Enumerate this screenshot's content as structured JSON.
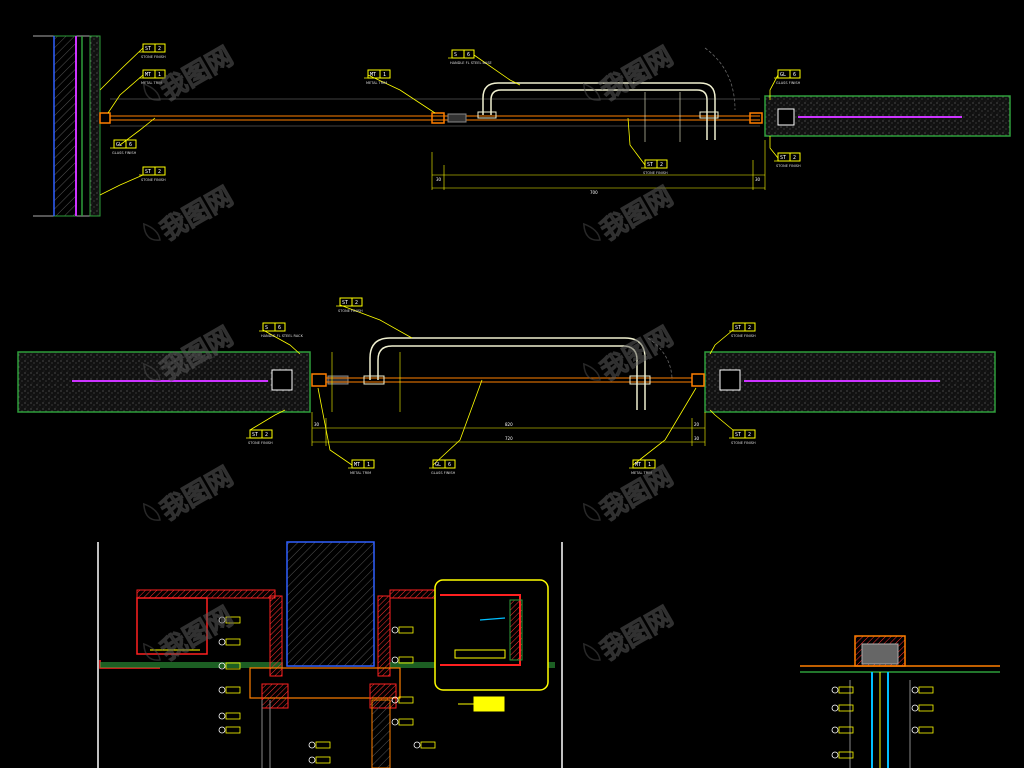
{
  "colors": {
    "background": "#000000",
    "wall_green": "#2e9e3a",
    "glass_line": "#ff7f00",
    "handle": "#f0f0d0",
    "dimension": "#ffff00",
    "purple": "#cc33ff",
    "red": "#ff2020",
    "cyan": "#00bfff",
    "gray": "#888888",
    "tag_box": "#ffff00",
    "tag_text": "#ffffff",
    "watermark": "#4a4a4a"
  },
  "watermark": {
    "text": "我图网",
    "icon": "leaf-logo-icon"
  },
  "drawing1": {
    "tags": [
      {
        "code": "ST",
        "num": "2",
        "note": "STONE FINISH"
      },
      {
        "code": "MT",
        "num": "1",
        "note": "METAL TRIM"
      },
      {
        "code": "GL",
        "num": "6",
        "note": "GLASS FINISH"
      },
      {
        "code": "ST",
        "num": "2",
        "note": "STONE FINISH"
      },
      {
        "code": "MT",
        "num": "1",
        "note": "METAL TRIM"
      },
      {
        "code": "S",
        "num": "6",
        "note": "HANDLE FL STEEL BASE"
      },
      {
        "code": "ST",
        "num": "2",
        "note": "STONE FINISH"
      },
      {
        "code": "GL",
        "num": "6",
        "note": "GLASS FINISH"
      },
      {
        "code": "ST",
        "num": "2",
        "note": "STONE FINISH"
      }
    ],
    "dims": [
      "30",
      "700",
      "30"
    ]
  },
  "drawing2": {
    "tags": [
      {
        "code": "ST",
        "num": "2",
        "note": "STONE FINISH"
      },
      {
        "code": "S",
        "num": "6",
        "note": "HANDLE FL STEEL RACK"
      },
      {
        "code": "ST",
        "num": "2",
        "note": "STONE FINISH"
      },
      {
        "code": "ST",
        "num": "2",
        "note": "STONE FINISH"
      },
      {
        "code": "ST",
        "num": "2",
        "note": "STONE FINISH"
      },
      {
        "code": "MT",
        "num": "1",
        "note": "METAL TRIM"
      },
      {
        "code": "GL",
        "num": "6",
        "note": "GLASS FINISH"
      },
      {
        "code": "MT",
        "num": "1",
        "note": "METAL TRIM"
      }
    ],
    "dims": [
      "30",
      "820",
      "20",
      "720",
      "30"
    ]
  }
}
